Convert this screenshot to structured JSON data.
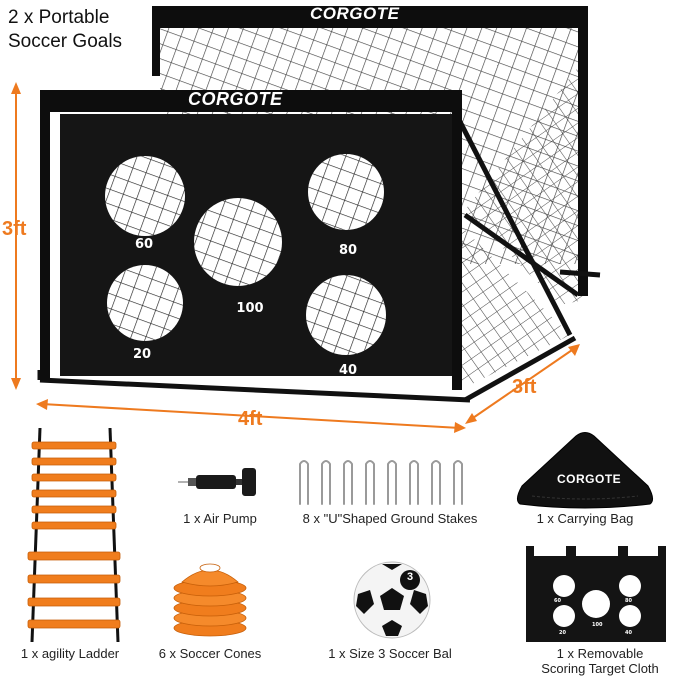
{
  "headline": {
    "line1": "2 x Portable",
    "line2": "Soccer Goals"
  },
  "brand": "CORGOTE",
  "dimensions": {
    "height": "3ft",
    "width": "4ft",
    "depth": "3ft"
  },
  "target_scores": [
    "60",
    "100",
    "80",
    "20",
    "40"
  ],
  "mini_target_scores": [
    "60",
    "100",
    "80",
    "20",
    "40"
  ],
  "ball_label": "3",
  "items": [
    {
      "caption": "1 x Air Pump"
    },
    {
      "caption": "8 x \"U\"Shaped  Ground Stakes"
    },
    {
      "caption": "1 x Carrying Bag"
    },
    {
      "caption": "1 x agility Ladder"
    },
    {
      "caption": "6 x Soccer Cones"
    },
    {
      "caption": "1 x Size 3 Soccer Bal"
    },
    {
      "caption_line1": "1 x Removable",
      "caption_line2": "Scoring Target Cloth"
    }
  ],
  "colors": {
    "accent": "#ee7a1f",
    "frame": "#111111",
    "text": "#222222"
  }
}
